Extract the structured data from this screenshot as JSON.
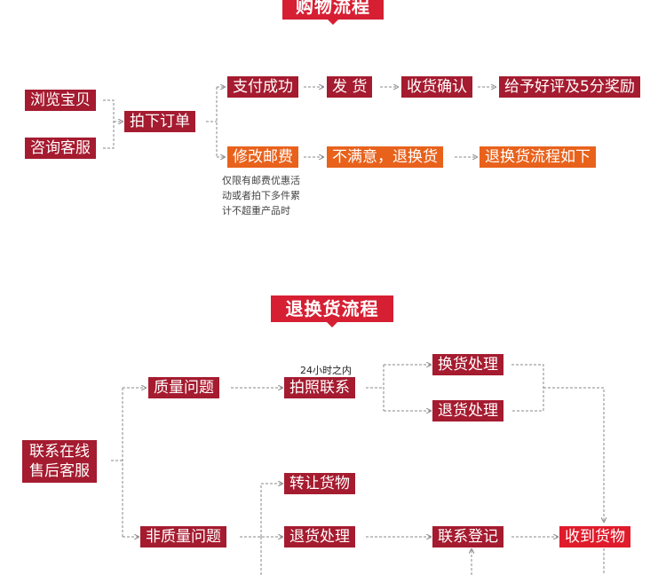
{
  "section1": {
    "title": "购物流程",
    "browse": "浏览宝贝",
    "consult": "咨询客服",
    "order": "拍下订单",
    "pay_success": "支付成功",
    "ship": "发 货",
    "confirm": "收货确认",
    "review": "给予好评及5分奖励",
    "modify_postage": "修改邮费",
    "unsatisfied": "不满意，退换货",
    "return_flow": "退换货流程如下",
    "note_lines": [
      "仅限有邮费优惠活",
      "动或者拍下多件累",
      "计不超重产品时"
    ]
  },
  "section2": {
    "title": "退换货流程",
    "contact_line1": "联系在线",
    "contact_line2": "售后客服",
    "quality": "质量问题",
    "within_24h": "24小时之内",
    "photo_contact": "拍照联系",
    "exchange": "换货处理",
    "return1": "退货处理",
    "transfer": "转让货物",
    "non_quality": "非质量问题",
    "return2": "退货处理",
    "register": "联系登记",
    "receive": "收到货物"
  },
  "colors": {
    "dark_red": "#a51b2f",
    "orange": "#e8621c",
    "bright_red": "#e01b2b",
    "title_red": "#d61f33",
    "connector": "#888888"
  }
}
